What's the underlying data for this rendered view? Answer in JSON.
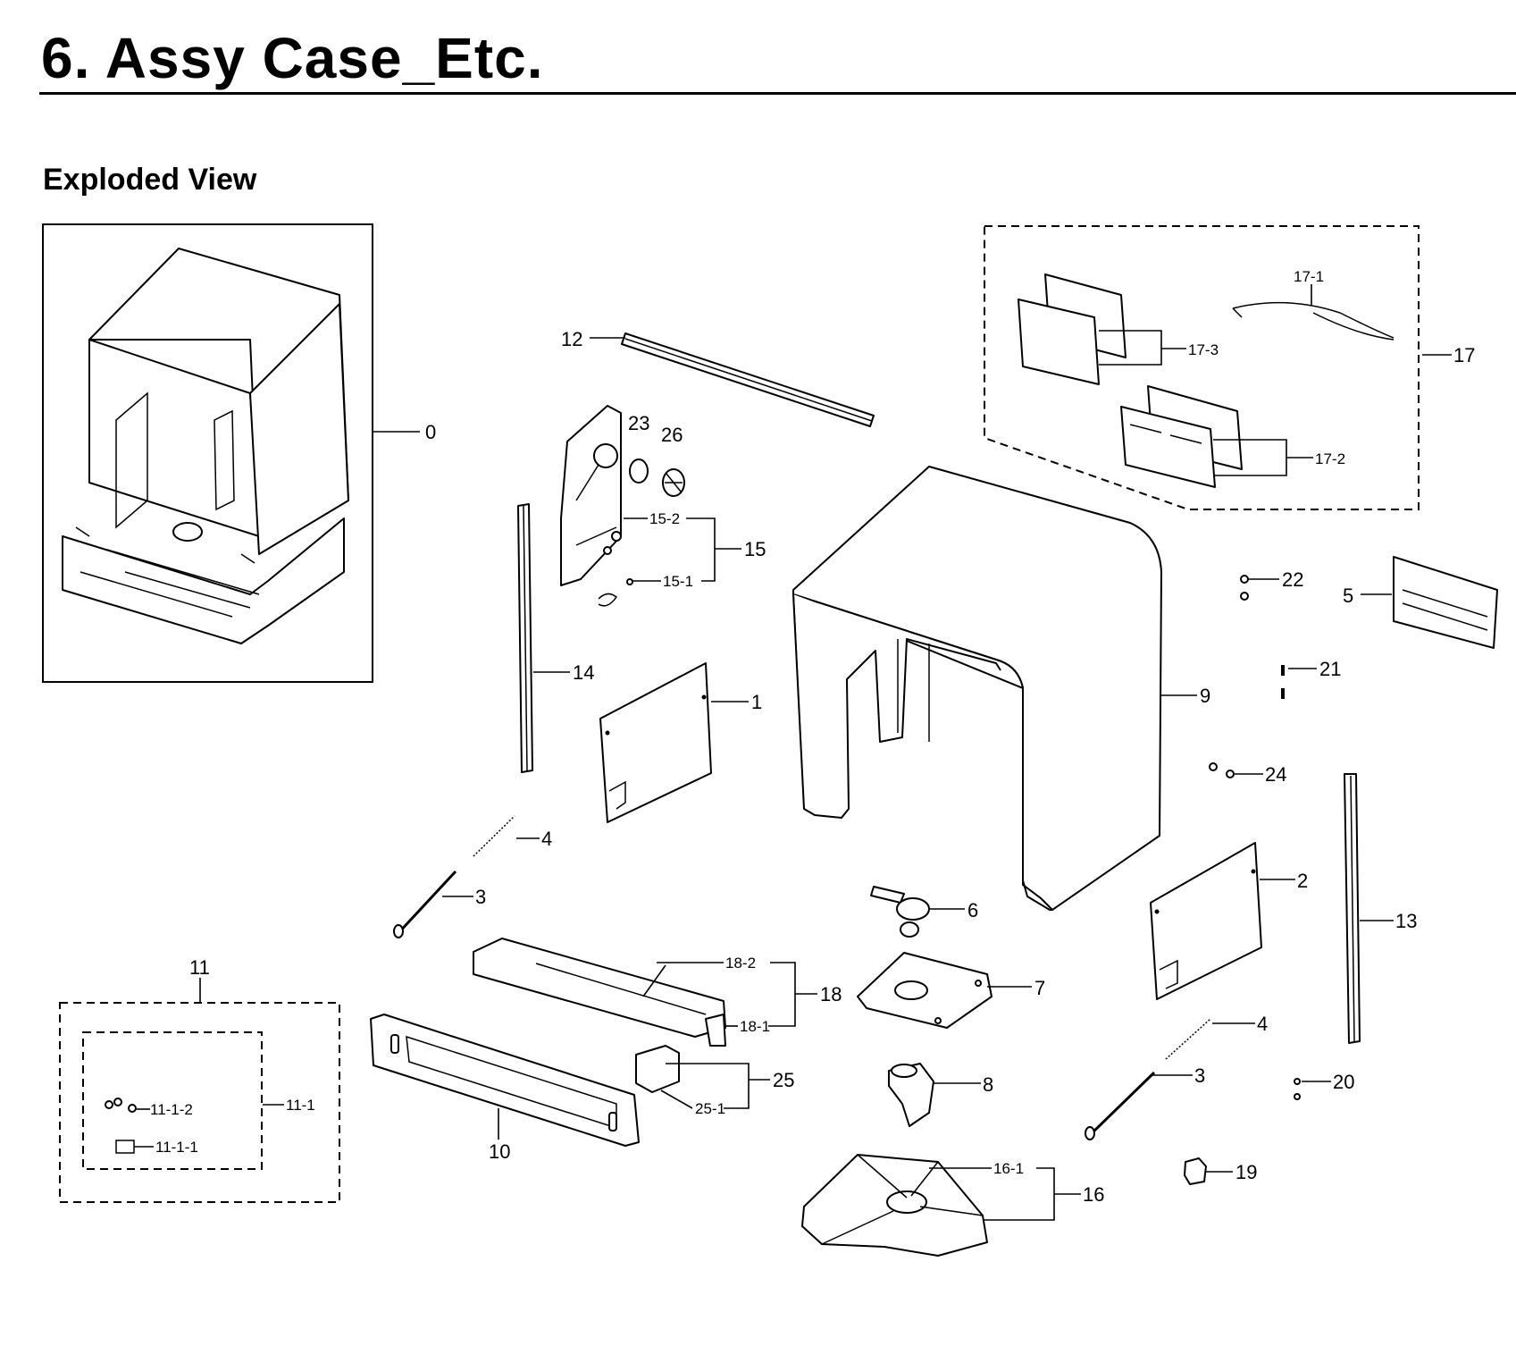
{
  "header": {
    "title": "6.  Assy Case_Etc.",
    "subtitle": "Exploded View"
  },
  "labels": {
    "p0": "0",
    "p1": "1",
    "p2": "2",
    "p3a": "3",
    "p3b": "3",
    "p4a": "4",
    "p4b": "4",
    "p5": "5",
    "p6": "6",
    "p7": "7",
    "p8": "8",
    "p9": "9",
    "p10": "10",
    "p11": "11",
    "p11_1": "11-1",
    "p11_1_1": "11-1-1",
    "p11_1_2": "11-1-2",
    "p12": "12",
    "p13": "13",
    "p14": "14",
    "p15": "15",
    "p15_1": "15-1",
    "p15_2": "15-2",
    "p16": "16",
    "p16_1": "16-1",
    "p17": "17",
    "p17_1": "17-1",
    "p17_2": "17-2",
    "p17_3": "17-3",
    "p18": "18",
    "p18_1": "18-1",
    "p18_2": "18-2",
    "p19": "19",
    "p20": "20",
    "p21": "21",
    "p22": "22",
    "p23": "23",
    "p24": "24",
    "p25": "25",
    "p25_1": "25-1",
    "p26": "26"
  }
}
